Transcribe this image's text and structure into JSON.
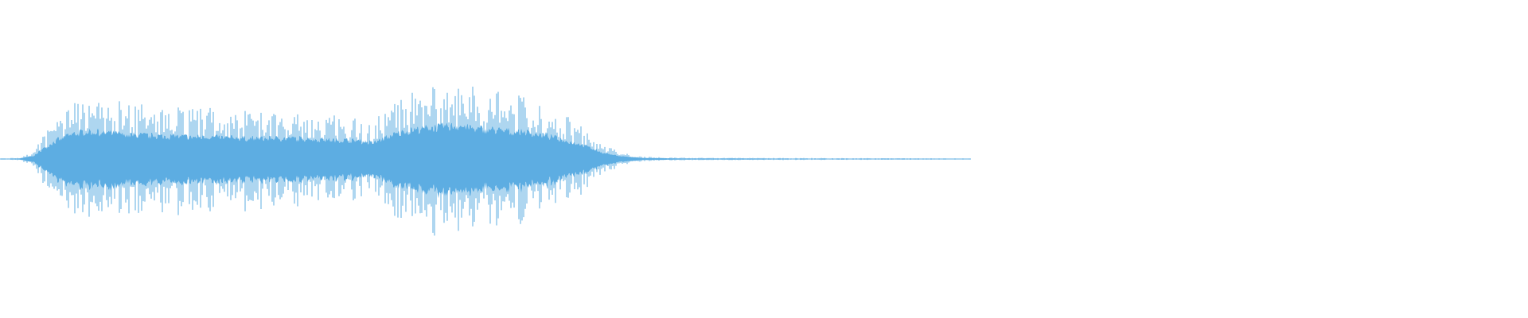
{
  "waveform": {
    "color": "#5dade2",
    "background": "#ffffff",
    "envelope": [
      {
        "t": 0.0,
        "a": 0.005
      },
      {
        "t": 0.02,
        "a": 0.01
      },
      {
        "t": 0.035,
        "a": 0.06
      },
      {
        "t": 0.045,
        "a": 0.2
      },
      {
        "t": 0.06,
        "a": 0.36
      },
      {
        "t": 0.075,
        "a": 0.46
      },
      {
        "t": 0.09,
        "a": 0.52
      },
      {
        "t": 0.11,
        "a": 0.48
      },
      {
        "t": 0.14,
        "a": 0.44
      },
      {
        "t": 0.18,
        "a": 0.42
      },
      {
        "t": 0.22,
        "a": 0.4
      },
      {
        "t": 0.26,
        "a": 0.38
      },
      {
        "t": 0.3,
        "a": 0.38
      },
      {
        "t": 0.34,
        "a": 0.36
      },
      {
        "t": 0.365,
        "a": 0.34
      },
      {
        "t": 0.385,
        "a": 0.3
      },
      {
        "t": 0.4,
        "a": 0.42
      },
      {
        "t": 0.42,
        "a": 0.52
      },
      {
        "t": 0.445,
        "a": 0.58
      },
      {
        "t": 0.47,
        "a": 0.62
      },
      {
        "t": 0.495,
        "a": 0.56
      },
      {
        "t": 0.52,
        "a": 0.52
      },
      {
        "t": 0.55,
        "a": 0.48
      },
      {
        "t": 0.575,
        "a": 0.38
      },
      {
        "t": 0.6,
        "a": 0.26
      },
      {
        "t": 0.62,
        "a": 0.12
      },
      {
        "t": 0.64,
        "a": 0.05
      },
      {
        "t": 0.66,
        "a": 0.02
      },
      {
        "t": 0.7,
        "a": 0.01
      },
      {
        "t": 0.8,
        "a": 0.008
      },
      {
        "t": 0.95,
        "a": 0.006
      },
      {
        "t": 1.0,
        "a": 0.004
      }
    ]
  }
}
